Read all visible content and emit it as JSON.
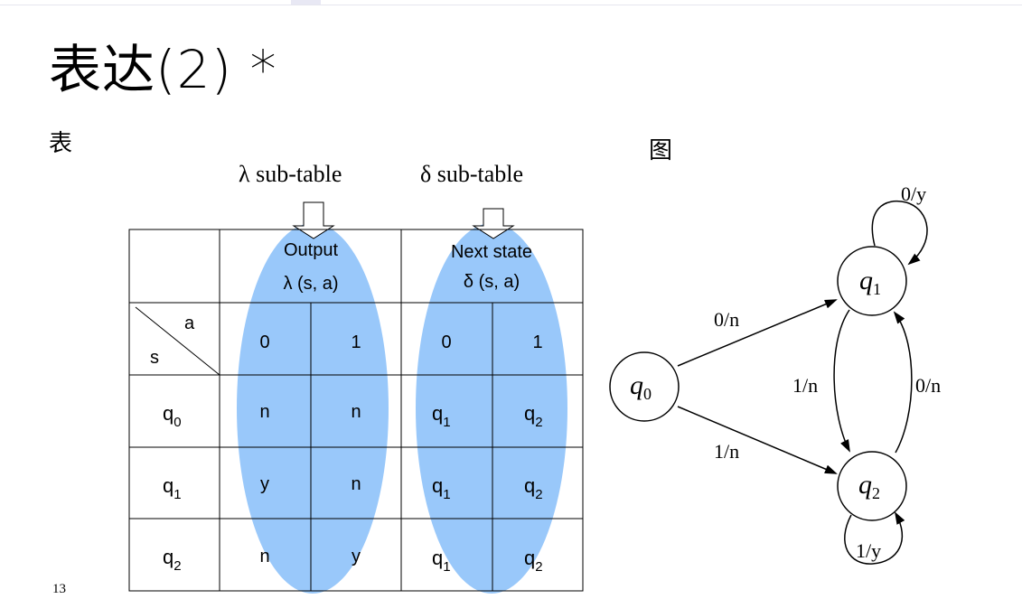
{
  "slide": {
    "title": "表达(2) *",
    "table_label": "表",
    "graph_label": "图",
    "page_number": "13"
  },
  "sub_tables": {
    "lambda": "λ  sub-table",
    "delta": "δ sub-table"
  },
  "table": {
    "output_header": [
      "Output",
      "λ (s, a)"
    ],
    "next_header": [
      "Next state",
      "δ (s, a)"
    ],
    "corner": {
      "a": "a",
      "s": "s"
    },
    "inputs": [
      "0",
      "1",
      "0",
      "1"
    ],
    "rows": [
      {
        "state": "q",
        "sub": "0",
        "out0": "n",
        "out1": "n",
        "next0": {
          "base": "q",
          "sub": "1"
        },
        "next1": {
          "base": "q",
          "sub": "2"
        }
      },
      {
        "state": "q",
        "sub": "1",
        "out0": "y",
        "out1": "n",
        "next0": {
          "base": "q",
          "sub": "1"
        },
        "next1": {
          "base": "q",
          "sub": "2"
        }
      },
      {
        "state": "q",
        "sub": "2",
        "out0": "n",
        "out1": "y",
        "next0": {
          "base": "q",
          "sub": "1"
        },
        "next1": {
          "base": "q",
          "sub": "2"
        }
      }
    ]
  },
  "graph": {
    "nodes": [
      {
        "id": "q0",
        "base": "q",
        "sub": "0"
      },
      {
        "id": "q1",
        "base": "q",
        "sub": "1"
      },
      {
        "id": "q2",
        "base": "q",
        "sub": "2"
      }
    ],
    "edges": [
      {
        "from": "q1",
        "to": "q1",
        "label": "0/y"
      },
      {
        "from": "q0",
        "to": "q1",
        "label": "0/n"
      },
      {
        "from": "q0",
        "to": "q2",
        "label": "1/n"
      },
      {
        "from": "q1",
        "to": "q2",
        "label": "1/n"
      },
      {
        "from": "q2",
        "to": "q1",
        "label": "0/n"
      },
      {
        "from": "q2",
        "to": "q2",
        "label": "1/y"
      }
    ]
  },
  "colors": {
    "highlight": "#99c8fa",
    "line": "#000000"
  }
}
